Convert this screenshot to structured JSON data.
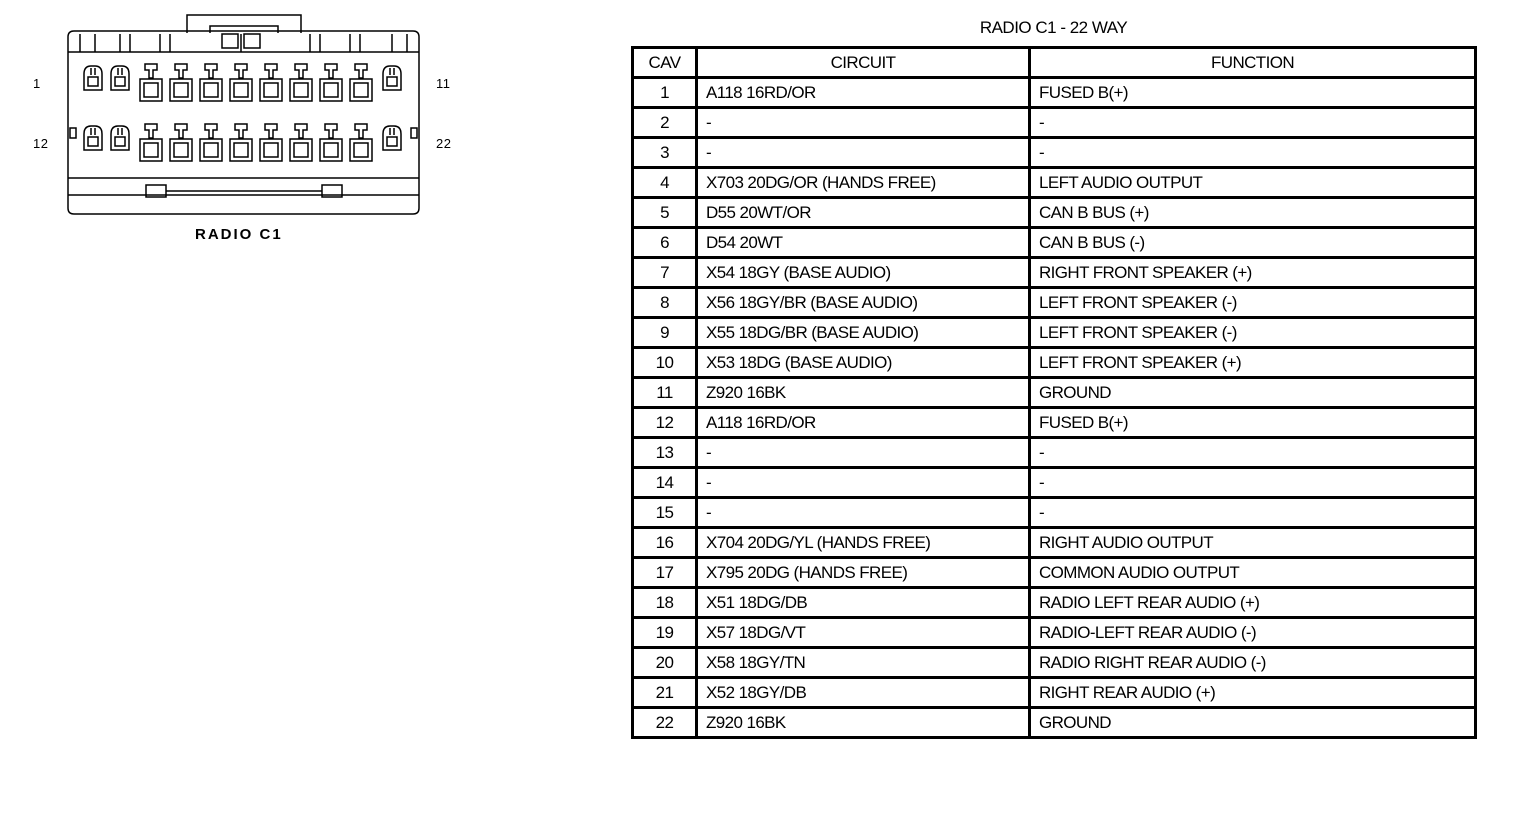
{
  "connector": {
    "title": "RADIO C1",
    "pin_labels": {
      "top_left": "1",
      "top_right": "11",
      "bottom_left": "12",
      "bottom_right": "22"
    }
  },
  "table": {
    "title": "RADIO C1 - 22 WAY",
    "headers": {
      "cav": "CAV",
      "circuit": "CIRCUIT",
      "function": "FUNCTION"
    },
    "rows": [
      {
        "cav": "1",
        "circuit": "A118  16RD/OR",
        "function": "FUSED B(+)"
      },
      {
        "cav": "2",
        "circuit": "-",
        "function": "-"
      },
      {
        "cav": "3",
        "circuit": "-",
        "function": "-"
      },
      {
        "cav": "4",
        "circuit": "X703  20DG/OR  (HANDS FREE)",
        "function": "LEFT AUDIO OUTPUT"
      },
      {
        "cav": "5",
        "circuit": "D55  20WT/OR",
        "function": "CAN B BUS (+)"
      },
      {
        "cav": "6",
        "circuit": "D54  20WT",
        "function": "CAN B BUS (-)"
      },
      {
        "cav": "7",
        "circuit": "X54  18GY  (BASE AUDIO)",
        "function": "RIGHT FRONT SPEAKER (+)"
      },
      {
        "cav": "8",
        "circuit": "X56  18GY/BR  (BASE AUDIO)",
        "function": "LEFT FRONT SPEAKER (-)"
      },
      {
        "cav": "9",
        "circuit": "X55  18DG/BR  (BASE AUDIO)",
        "function": "LEFT FRONT SPEAKER (-)"
      },
      {
        "cav": "10",
        "circuit": "X53  18DG  (BASE AUDIO)",
        "function": "LEFT FRONT SPEAKER (+)"
      },
      {
        "cav": "11",
        "circuit": "Z920  16BK",
        "function": "GROUND"
      },
      {
        "cav": "12",
        "circuit": "A118  16RD/OR",
        "function": "FUSED B(+)"
      },
      {
        "cav": "13",
        "circuit": "-",
        "function": "-"
      },
      {
        "cav": "14",
        "circuit": "-",
        "function": "-"
      },
      {
        "cav": "15",
        "circuit": "-",
        "function": "-"
      },
      {
        "cav": "16",
        "circuit": "X704  20DG/YL  (HANDS FREE)",
        "function": "RIGHT AUDIO OUTPUT"
      },
      {
        "cav": "17",
        "circuit": "X795  20DG  (HANDS FREE)",
        "function": "COMMON AUDIO OUTPUT"
      },
      {
        "cav": "18",
        "circuit": "X51  18DG/DB",
        "function": "RADIO LEFT REAR AUDIO (+)"
      },
      {
        "cav": "19",
        "circuit": "X57  18DG/VT",
        "function": "RADIO-LEFT REAR AUDIO (-)"
      },
      {
        "cav": "20",
        "circuit": "X58  18GY/TN",
        "function": "RADIO RIGHT REAR AUDIO (-)"
      },
      {
        "cav": "21",
        "circuit": "X52  18GY/DB",
        "function": "RIGHT REAR AUDIO (+)"
      },
      {
        "cav": "22",
        "circuit": "Z920  16BK",
        "function": "GROUND"
      }
    ]
  }
}
